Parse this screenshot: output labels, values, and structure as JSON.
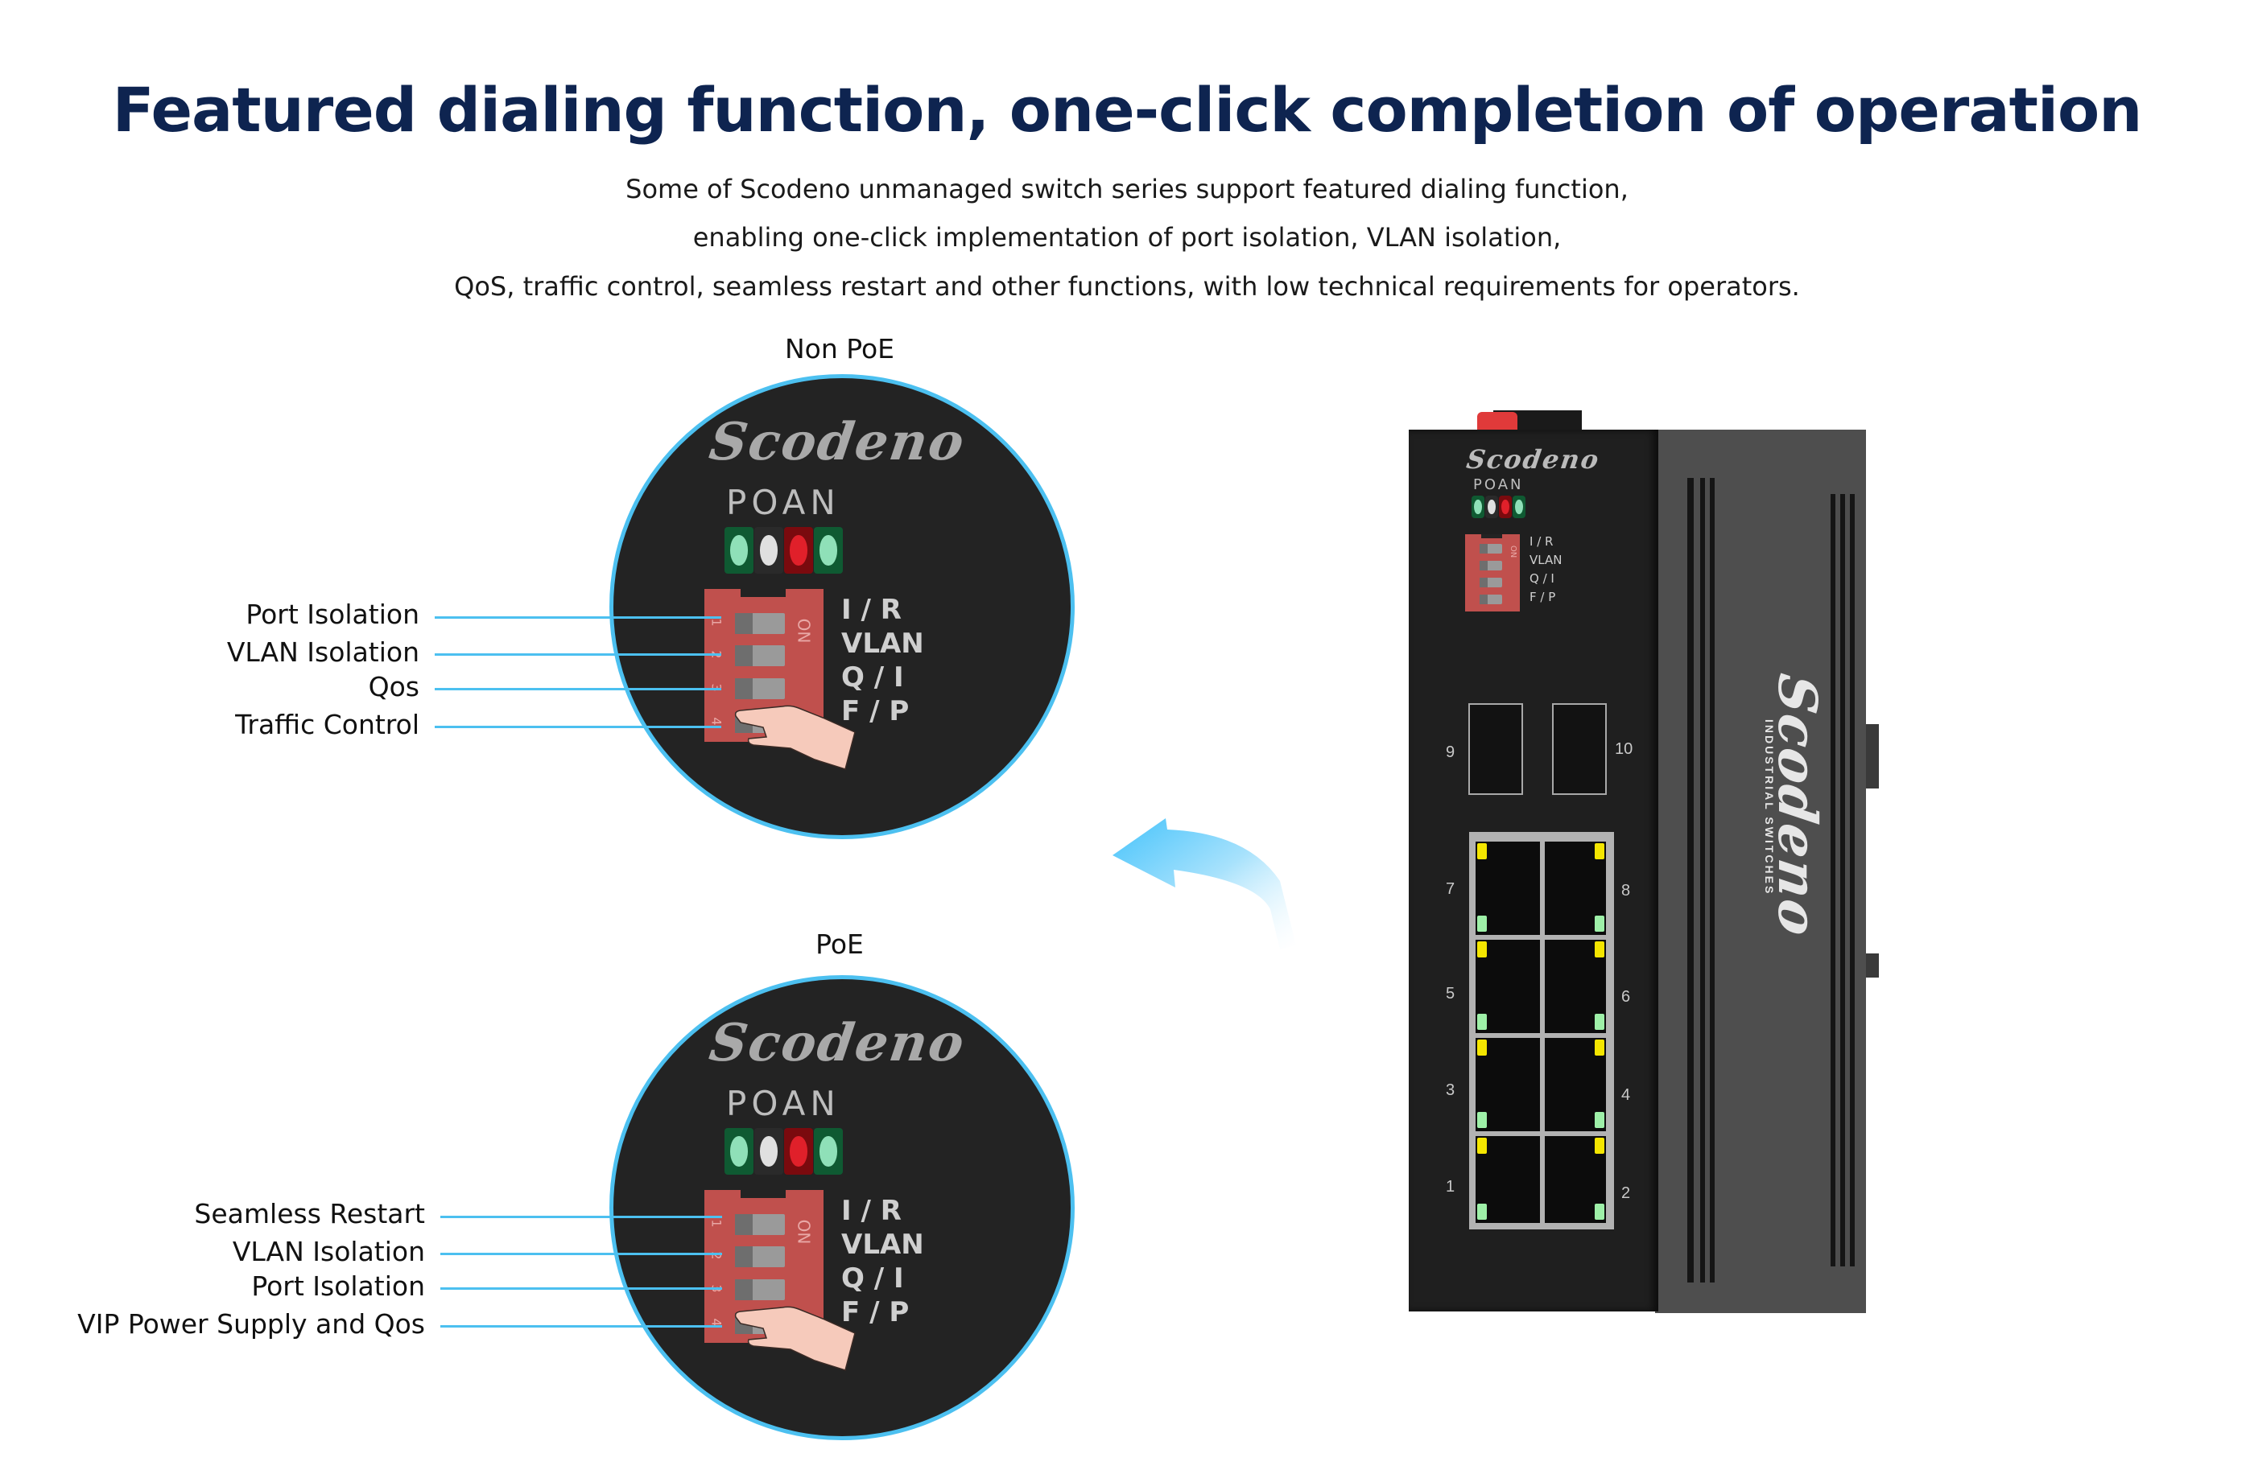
{
  "header": {
    "title": "Featured dialing function, one-click completion of operation",
    "subtitle_lines": [
      "Some of Scodeno unmanaged switch series support featured dialing function,",
      "enabling one-click implementation of port isolation, VLAN isolation,",
      "QoS, traffic control, seamless restart and other functions, with low technical requirements for operators."
    ],
    "title_color": "#0e2450"
  },
  "brand": "Scodeno",
  "brand_tagline": "INDUSTRIAL SWITCHES",
  "panels": [
    {
      "caption": "Non PoE",
      "callouts": [
        "Port Isolation",
        "VLAN Isolation",
        "Qos",
        "Traffic Control"
      ],
      "led_label": "POAN",
      "dip_on_label": "ON",
      "dip_numbers": [
        "1",
        "2",
        "3",
        "4"
      ],
      "switch_functions": [
        "I / R",
        "VLAN",
        "Q / I",
        "F / P"
      ]
    },
    {
      "caption": "PoE",
      "callouts": [
        "Seamless Restart",
        "VLAN Isolation",
        "Port Isolation",
        "VIP Power Supply and Qos"
      ],
      "led_label": "POAN",
      "dip_on_label": "ON",
      "dip_numbers": [
        "1",
        "2",
        "3",
        "4"
      ],
      "switch_functions": [
        "I / R",
        "VLAN",
        "Q / I",
        "F / P"
      ]
    }
  ],
  "device": {
    "logo": "Scodeno",
    "led_label": "POAN",
    "dip_on_label": "ON",
    "dip_numbers": [
      "1",
      "2",
      "3",
      "4"
    ],
    "switch_functions": [
      "I / R",
      "VLAN",
      "Q / I",
      "F / P"
    ],
    "sfp_ports": [
      "9",
      "10"
    ],
    "rj45_left_labels": [
      "7",
      "5",
      "3",
      "1"
    ],
    "rj45_right_labels": [
      "8",
      "6",
      "4",
      "2"
    ],
    "side_logo": "Scodeno",
    "side_tagline": "INDUSTRIAL SWITCHES"
  },
  "colors": {
    "accent": "#4cc0f0",
    "dip_red": "#c0504d",
    "led_green": "#8fe0b8",
    "led_white": "#e0e0e0",
    "led_red": "#e0202a",
    "port_led_yellow": "#f4e600",
    "port_led_green": "#9ef0a8"
  }
}
